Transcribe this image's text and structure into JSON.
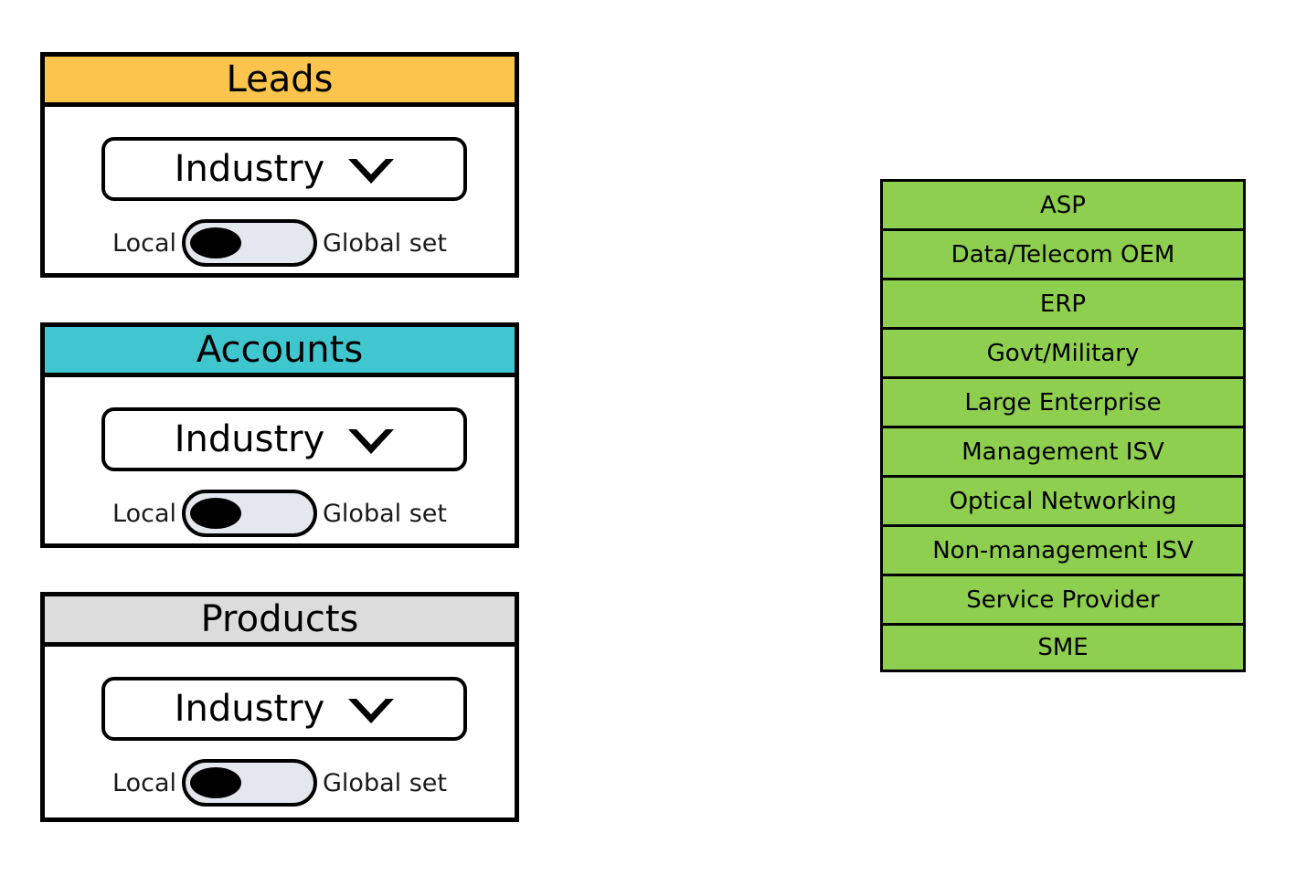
{
  "cards": [
    {
      "title": "Leads",
      "header_color": "#fbc44d",
      "dropdown": {
        "label": "Industry",
        "icon": "chevron-down-icon"
      },
      "toggle": {
        "left_label": "Local",
        "right_label": "Global set",
        "state": "local"
      }
    },
    {
      "title": "Accounts",
      "header_color": "#3fc6cf",
      "dropdown": {
        "label": "Industry",
        "icon": "chevron-down-icon"
      },
      "toggle": {
        "left_label": "Local",
        "right_label": "Global set",
        "state": "local"
      }
    },
    {
      "title": "Products",
      "header_color": "#dcdcdc",
      "dropdown": {
        "label": "Industry",
        "icon": "chevron-down-icon"
      },
      "toggle": {
        "left_label": "Local",
        "right_label": "Global set",
        "state": "local"
      }
    }
  ],
  "option_list": {
    "color": "#8fcf4f",
    "items": [
      "ASP",
      "Data/Telecom OEM",
      "ERP",
      "Govt/Military",
      "Large Enterprise",
      "Management ISV",
      "Optical Networking",
      "Non-management ISV",
      "Service Provider",
      "SME"
    ]
  }
}
